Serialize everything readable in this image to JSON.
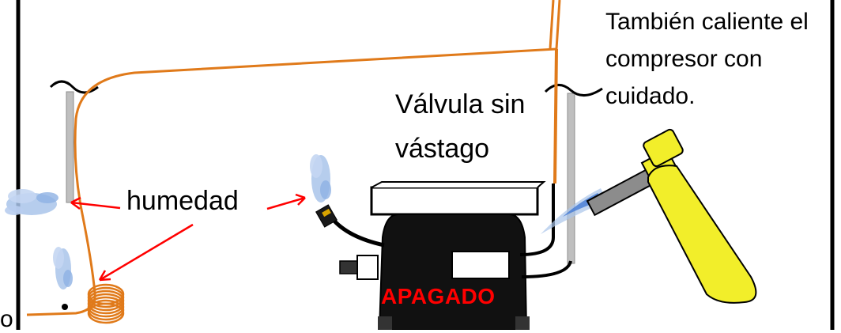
{
  "labels": {
    "note_lines": [
      "También caliente el",
      "compresor con",
      "cuidado."
    ],
    "valve_lines": [
      "Válvula sin",
      "vástago"
    ],
    "humidity": "humedad",
    "off_label": "APAGADO",
    "edge_fragment": "o"
  },
  "colors": {
    "pipe": "#e07a1a",
    "arrow": "#ff0000",
    "off_text": "#ff0000",
    "compressor": "#111111",
    "torch_cylinder": "#f2ee2a",
    "flame": "#4a7fd6",
    "vapor": "#a9c4ea",
    "standpipe": "#bfbfbf"
  }
}
